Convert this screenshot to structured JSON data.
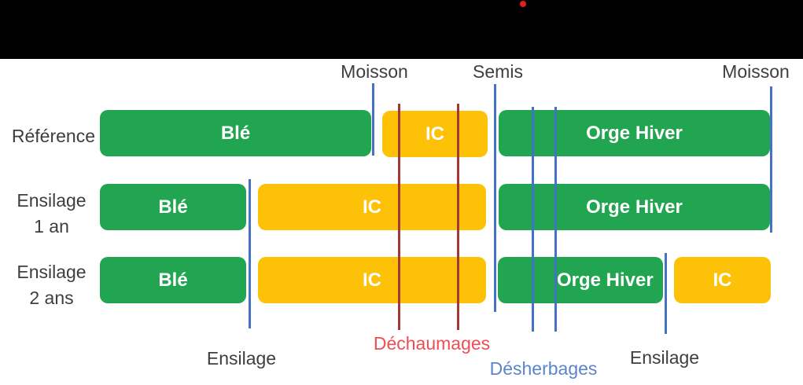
{
  "video_frame": {
    "letterbox_color": "#000000",
    "recording_dot_color": "#e32119"
  },
  "top_markers": {
    "moisson_left": "Moisson",
    "semis": "Semis",
    "moisson_right": "Moisson"
  },
  "rows": [
    {
      "label": "Référence",
      "bars": [
        {
          "label": "Blé",
          "color": "green"
        },
        {
          "label": "IC",
          "color": "orange"
        },
        {
          "label": "Orge Hiver",
          "color": "green"
        }
      ]
    },
    {
      "label_line1": "Ensilage",
      "label_line2": "1 an",
      "bars": [
        {
          "label": "Blé",
          "color": "green"
        },
        {
          "label": "IC",
          "color": "orange"
        },
        {
          "label": "Orge Hiver",
          "color": "green"
        }
      ]
    },
    {
      "label_line1": "Ensilage",
      "label_line2": "2 ans",
      "bars": [
        {
          "label": "Blé",
          "color": "green"
        },
        {
          "label": "IC",
          "color": "orange"
        },
        {
          "label": "Orge Hiver",
          "color": "green"
        },
        {
          "label": "IC",
          "color": "orange"
        }
      ]
    }
  ],
  "bottom_markers": {
    "ensilage_left": "Ensilage",
    "dechaumages": "Déchaumages",
    "desherbages": "Désherbages",
    "ensilage_right": "Ensilage"
  },
  "colors": {
    "crop_green": "#22a551",
    "intermediate_crop_orange": "#fdc107",
    "marker_line_blue": "#4472c4",
    "dechaumage_line_dark_red": "#a23835",
    "dechaumages_text_red": "#ef4d52",
    "desherbages_text_blue": "#5b85cb",
    "label_gray": "#3e3e3e"
  }
}
